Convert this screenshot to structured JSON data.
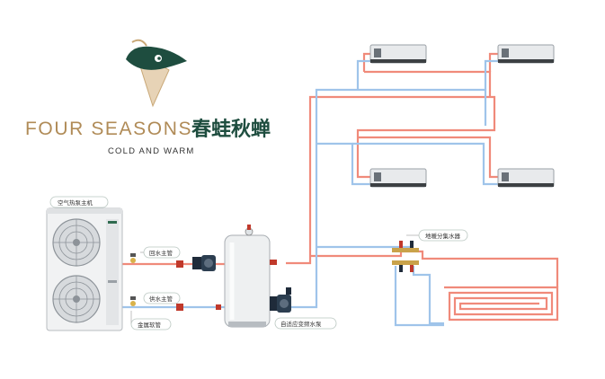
{
  "brand": {
    "name_en": "FOUR SEASONS",
    "name_cn": "春蛙秋蝉",
    "tagline": "COLD AND WARM"
  },
  "labels": {
    "heat_pump": "空气热泵主机",
    "return_main": "回水主管",
    "supply_main": "供水主管",
    "metal_hose": "金属软管",
    "pump": "自适应变频水泵",
    "manifold": "地暖分集水器"
  },
  "colors": {
    "hot_pipe": "#f08a7a",
    "cold_pipe": "#9fc4ea",
    "brand_gold": "#b08b57",
    "brand_green": "#1e4d3f"
  }
}
